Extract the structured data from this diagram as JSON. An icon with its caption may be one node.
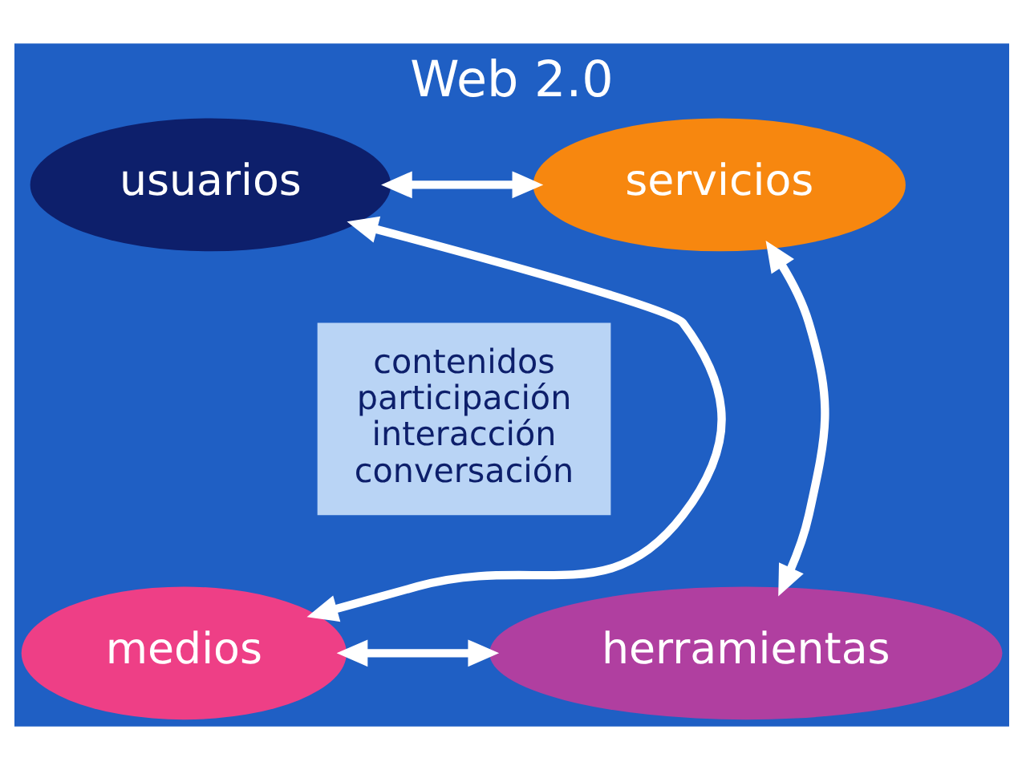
{
  "diagram": {
    "title": "Web 2.0",
    "nodes": [
      {
        "text": [
          "usuarios"
        ]
      },
      {
        "text": [
          "servicios"
        ]
      },
      {
        "text": [
          "contenidos",
          "participación",
          "interacción",
          "conversación"
        ]
      },
      {
        "text": [
          "medios"
        ]
      },
      {
        "text": [
          "herramientas"
        ]
      }
    ],
    "edges": [
      {
        "from": 0,
        "to": 1,
        "arrow": "both"
      },
      {
        "from": 0,
        "to": 3,
        "arrow": "both"
      },
      {
        "from": 1,
        "to": 4,
        "arrow": "both"
      },
      {
        "from": 3,
        "to": 4,
        "arrow": "both"
      }
    ]
  }
}
